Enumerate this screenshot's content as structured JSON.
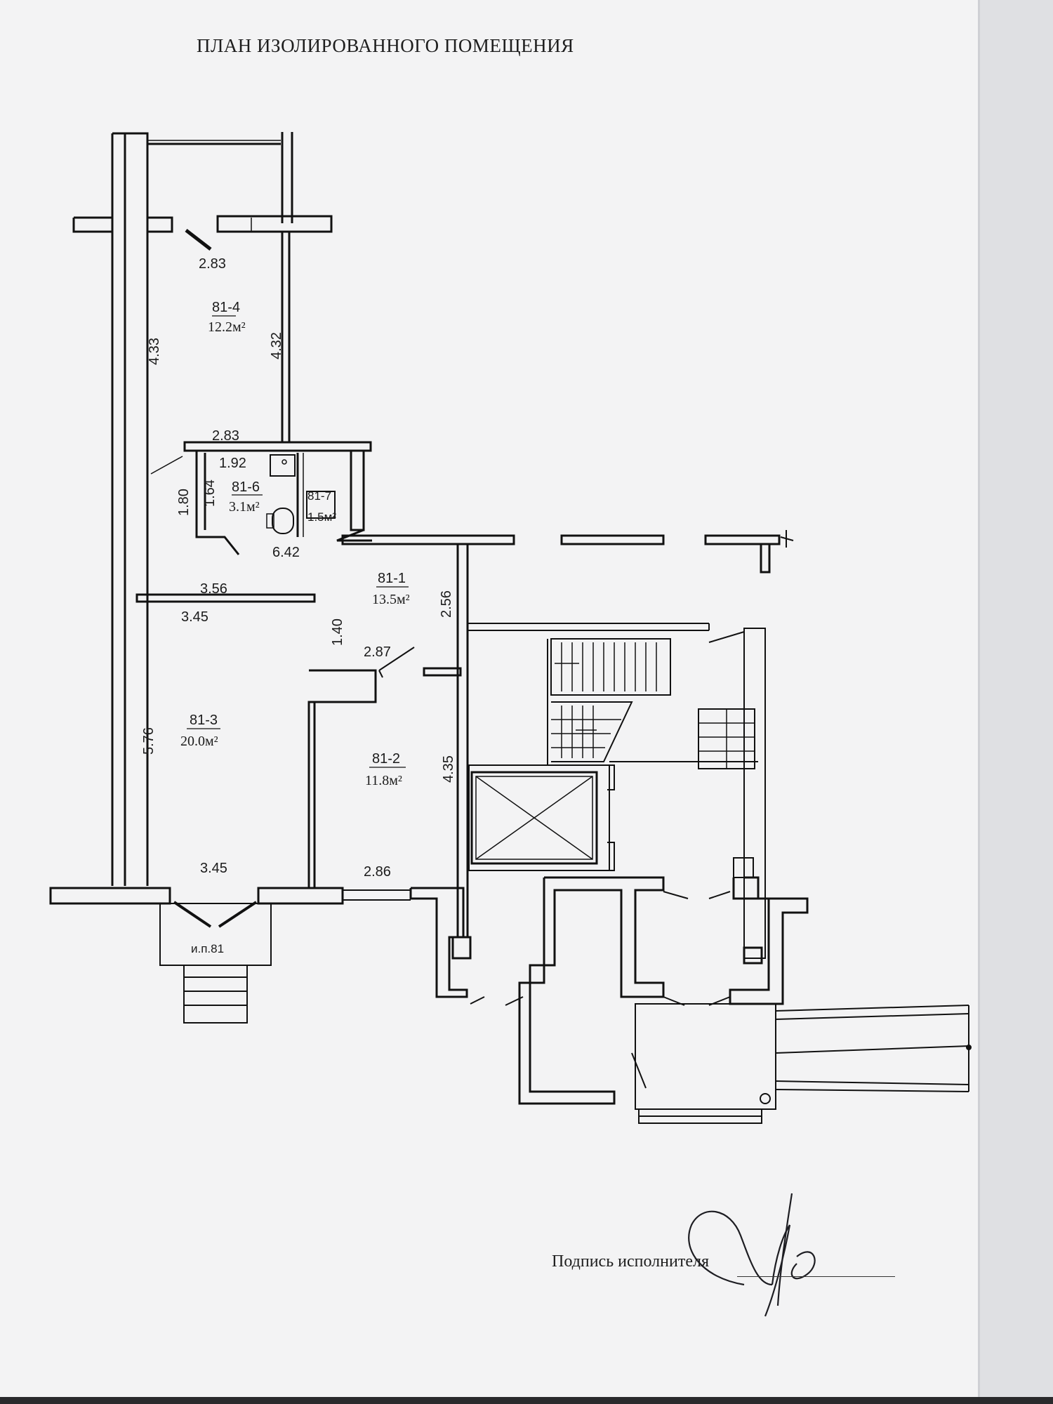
{
  "document": {
    "title": "ПЛАН ИЗОЛИРОВАННОГО ПОМЕЩЕНИЯ",
    "signature_label": "Подпись исполнителя"
  },
  "rooms": [
    {
      "code": "81-4",
      "area": "12.2м²"
    },
    {
      "code": "81-6",
      "area": "3.1м²"
    },
    {
      "code": "81-7",
      "area": "1.5м²"
    },
    {
      "code": "81-1",
      "area": "13.5м²"
    },
    {
      "code": "81-3",
      "area": "20.0м²"
    },
    {
      "code": "81-2",
      "area": "11.8м²"
    }
  ],
  "dimensions": {
    "d1": "2.83",
    "d2": "4.33",
    "d3": "4.32",
    "d4": "2.83",
    "d5": "1.92",
    "d6": "1.80",
    "d7": "1.64",
    "d8": "6.42",
    "d9": "3.56",
    "d10": "3.45",
    "d11": "1.40",
    "d12": "2.56",
    "d13": "2.87",
    "d14": "5.76",
    "d15": "4.35",
    "d16": "3.45",
    "d17": "2.86"
  },
  "entrance_label": "и.п.81"
}
